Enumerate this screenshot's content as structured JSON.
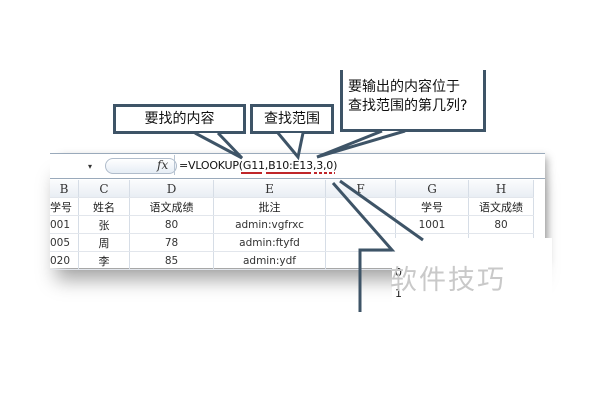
{
  "formula_bar": {
    "name_box_dropdown": "▾",
    "fx_label": "fx",
    "formula": "=VLOOKUP(G11,B10:E13,3,0)",
    "underlined_args": [
      "G11",
      "B10:E13",
      "3",
      "0"
    ]
  },
  "callouts": {
    "lookup_value": "要找的内容",
    "lookup_range": "查找范围",
    "column_index_line1": "要输出的内容位于",
    "column_index_line2": "查找范围的第几列?"
  },
  "sheet": {
    "columns": [
      "B",
      "C",
      "D",
      "E",
      "F",
      "G",
      "H"
    ],
    "header_row": [
      "学号",
      "姓名",
      "语文成绩",
      "批注",
      "",
      "学号",
      "语文成绩"
    ],
    "rows": [
      [
        "001",
        "张",
        "80",
        "admin:vgfrxc",
        "",
        "1001",
        "80"
      ],
      [
        "005",
        "周",
        "78",
        "admin:ftyfd",
        "",
        "",
        ""
      ],
      [
        "020",
        "李",
        "85",
        "admin:ydf",
        "",
        "",
        ""
      ]
    ],
    "partial_cells_below": [
      "0",
      "1"
    ]
  },
  "watermark": "软件技巧",
  "colors": {
    "callout_border": "#3e5467",
    "underline": "#c0262a",
    "watermark": "#c9c9c9"
  }
}
